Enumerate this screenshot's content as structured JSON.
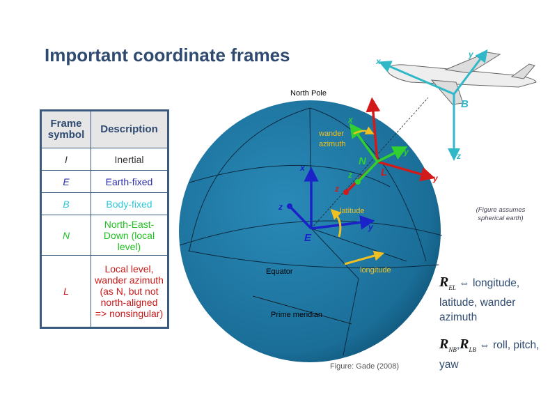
{
  "title": "Important coordinate frames",
  "table": {
    "headers": [
      "Frame symbol",
      "Description"
    ],
    "rows": [
      {
        "symbol": "I",
        "desc": "Inertial",
        "color": "#333333"
      },
      {
        "symbol": "E",
        "desc": "Earth-fixed",
        "color": "#2b2fa8"
      },
      {
        "symbol": "B",
        "desc": "Body-fixed",
        "color": "#2ec8d8"
      },
      {
        "symbol": "N",
        "desc": "North-East-Down (local level)",
        "color": "#22c022"
      },
      {
        "symbol": "L",
        "desc": "Local level, wander azimuth (as N, but not north-aligned => nonsingular)",
        "color": "#c81818"
      }
    ]
  },
  "figure": {
    "north_pole": "North Pole",
    "equator": "Equator",
    "prime_meridian": "Prime meridian",
    "latitude": "latitude",
    "longitude": "longitude",
    "wander_azimuth_1": "wander",
    "wander_azimuth_2": "azimuth",
    "caption": "Figure: Gade (2008)",
    "axis_x": "x",
    "axis_y": "y",
    "axis_z": "z",
    "frame_E": "E",
    "frame_N": "N",
    "frame_L": "L",
    "frame_B": "B"
  },
  "note": "(Figure assumes spherical earth)",
  "rel1": {
    "R": "R",
    "sub": "EL",
    "text": " ⇔ longitude, latitude, wander azimuth"
  },
  "rel2": {
    "R1": "R",
    "sub1": "NB",
    "R2": "R",
    "sub2": "LB",
    "text": " ⇔ roll, pitch, yaw"
  }
}
